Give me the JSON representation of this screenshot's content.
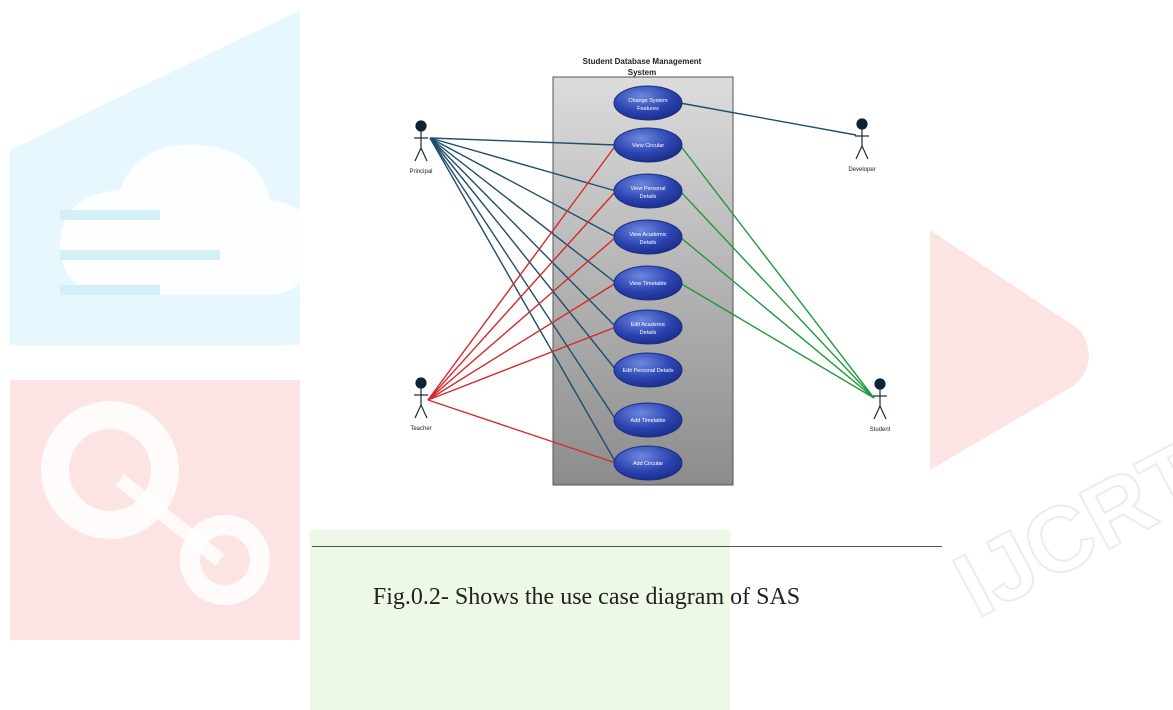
{
  "system": {
    "title_line1": "Student Database Management",
    "title_line2": "System"
  },
  "actors": {
    "principal": "Principal",
    "teacher": "Teacher",
    "developer": "Developer",
    "student": "Student"
  },
  "use_cases": [
    {
      "id": "change-system-features",
      "line1": "Change System",
      "line2": "Features"
    },
    {
      "id": "view-circular",
      "line1": "View Circular",
      "line2": ""
    },
    {
      "id": "view-personal-details",
      "line1": "View Personal",
      "line2": "Details"
    },
    {
      "id": "view-academic-details",
      "line1": "View Academic",
      "line2": "Details"
    },
    {
      "id": "view-timetable",
      "line1": "View Timetable",
      "line2": ""
    },
    {
      "id": "edit-academic-details",
      "line1": "Edit Academic",
      "line2": "Details"
    },
    {
      "id": "edit-personal-details",
      "line1": "Edit Personal Details",
      "line2": ""
    },
    {
      "id": "add-timetable",
      "line1": "Add Timetable",
      "line2": ""
    },
    {
      "id": "add-circular",
      "line1": "Add Circular",
      "line2": ""
    }
  ],
  "associations": {
    "principal": [
      "view-circular",
      "view-personal-details",
      "view-academic-details",
      "view-timetable",
      "edit-academic-details",
      "edit-personal-details",
      "add-timetable",
      "add-circular"
    ],
    "teacher": [
      "view-circular",
      "view-personal-details",
      "view-academic-details",
      "view-timetable",
      "edit-academic-details",
      "add-circular"
    ],
    "developer": [
      "change-system-features"
    ],
    "student": [
      "view-circular",
      "view-personal-details",
      "view-academic-details",
      "view-timetable"
    ]
  },
  "colors": {
    "principal_line": "#1f4e6b",
    "teacher_line": "#d42a2a",
    "developer_line": "#1f4e6b",
    "student_line": "#1e9a3a",
    "use_case_fill": "#2a43b0",
    "system_box_top": "#dcdcdc",
    "system_box_bottom": "#8c8c8c"
  },
  "caption": "Fig.0.2- Shows the use case diagram of SAS",
  "watermark": {
    "text": "IJCRT"
  }
}
